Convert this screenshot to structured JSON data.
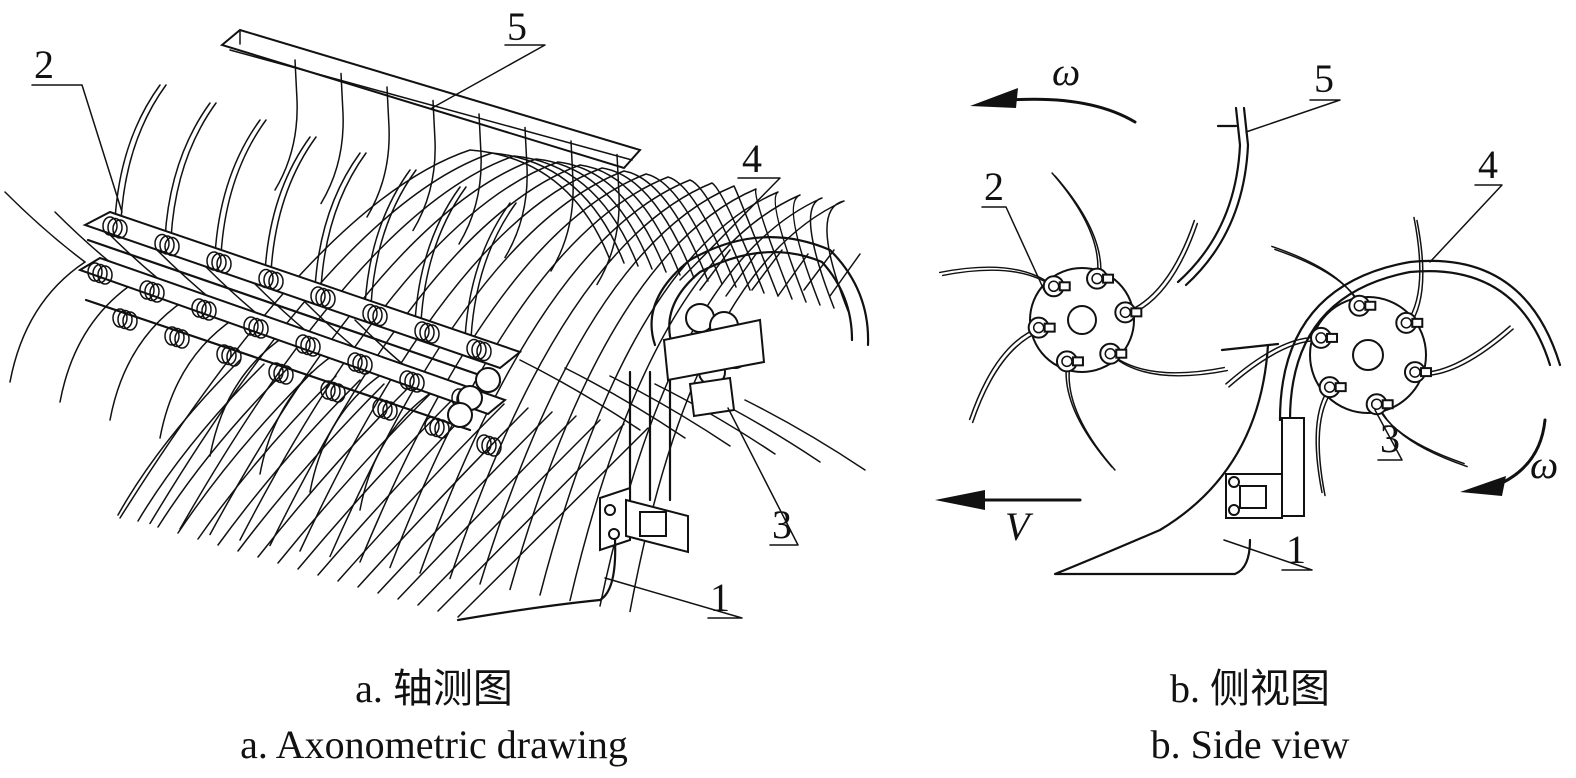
{
  "panel_a": {
    "labels": {
      "pointer_1": "1",
      "pointer_2": "2",
      "pointer_3": "3",
      "pointer_4": "4",
      "pointer_5": "5"
    },
    "caption_cn": "a. 轴测图",
    "caption_en": "a. Axonometric drawing"
  },
  "panel_b": {
    "labels": {
      "pointer_1": "1",
      "pointer_2": "2",
      "pointer_3": "3",
      "pointer_4": "4",
      "pointer_5": "5"
    },
    "omega_top": "ω",
    "omega_bottom": "ω",
    "velocity": "V",
    "caption_cn": "b. 侧视图",
    "caption_en": "b. Side view"
  }
}
